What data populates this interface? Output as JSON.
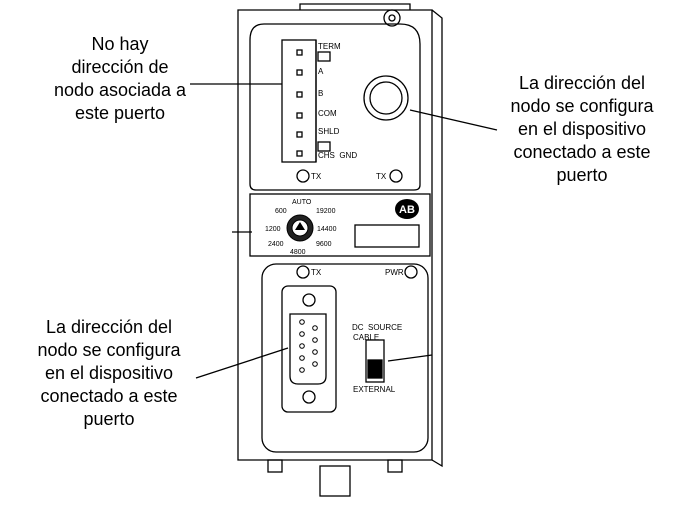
{
  "callouts": {
    "top_left": [
      "No hay",
      "dirección de",
      "nodo asociada a",
      "este puerto"
    ],
    "top_right": [
      "La dirección del",
      "nodo se configura",
      "en el dispositivo",
      "conectado a este",
      "puerto"
    ],
    "bottom_left": [
      "La dirección del",
      "nodo se configura",
      "en el dispositivo",
      "conectado a este",
      "puerto"
    ]
  },
  "terminal_labels": [
    "TERM",
    "A",
    "B",
    "COM",
    "SHLD",
    "CHS  GND"
  ],
  "leds": {
    "tx_upper_left": "TX",
    "tx_upper_right": "TX",
    "tx_lower": "TX",
    "pwr": "PWR"
  },
  "baud_switch": {
    "mode": "AUTO",
    "rates": [
      "600",
      "19200",
      "1200",
      "14400",
      "2400",
      "9600",
      "4800"
    ]
  },
  "logo_text": "AB",
  "dc_source": {
    "title": "DC  SOURCE",
    "cable": "CABLE",
    "external": "EXTERNAL"
  }
}
